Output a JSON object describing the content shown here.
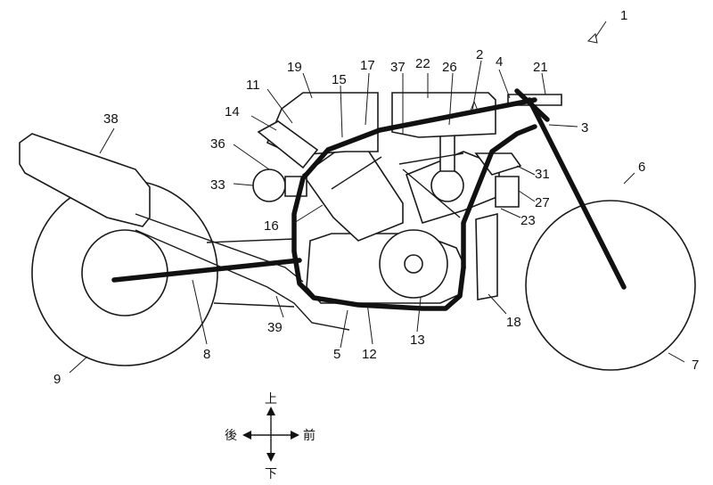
{
  "labels": {
    "l1": "1",
    "l2": "2",
    "l3": "3",
    "l4": "4",
    "l5": "5",
    "l6": "6",
    "l7": "7",
    "l8": "8",
    "l9": "9",
    "l11": "11",
    "l12": "12",
    "l13": "13",
    "l14": "14",
    "l15": "15",
    "l16": "16",
    "l17": "17",
    "l18": "18",
    "l19": "19",
    "l21": "21",
    "l22": "22",
    "l23": "23",
    "l26": "26",
    "l27": "27",
    "l31": "31",
    "l33": "33",
    "l36": "36",
    "l37": "37",
    "l38": "38",
    "l39": "39"
  },
  "directions": {
    "up": "上",
    "down": "下",
    "rear": "後",
    "front": "前"
  }
}
